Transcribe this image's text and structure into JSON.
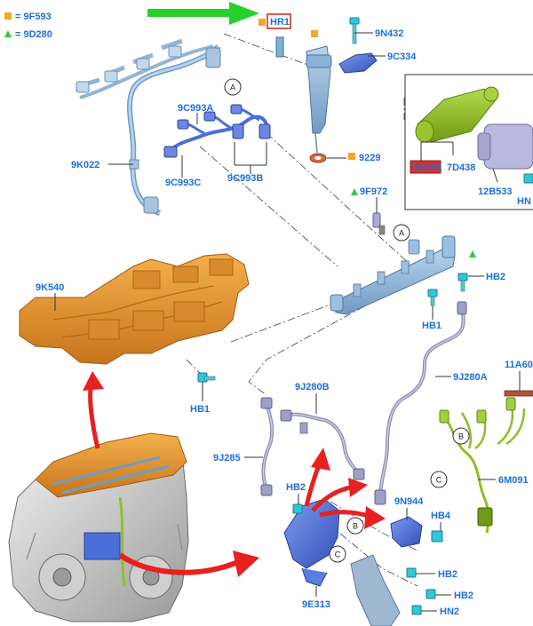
{
  "legend": {
    "square_label": "9F593",
    "triangle_label": "9D280",
    "square_color": "#f5a623",
    "triangle_color": "#2ecc40"
  },
  "colors": {
    "label_blue": "#1f6fe0",
    "highlight_red": "#d93025",
    "pointer_green": "#27d12c",
    "arrow_red": "#e8201f",
    "part_orange": "#e8962f",
    "part_blue": "#4a6fd8",
    "part_lightblue": "#8fb6d9",
    "part_green": "#8fbf2a",
    "part_lavender": "#9f9fc6"
  },
  "callouts": {
    "hr1": "HR1",
    "n9n432": "9N432",
    "n9c334": "9C334",
    "n9229": "9229",
    "n9c993a": "9C993A",
    "n9k022": "9K022",
    "n9c993c": "9C993C",
    "n9c993b": "9C993B",
    "n9k540": "9K540",
    "n9f972": "9F972",
    "hb2_rail": "HB2",
    "hb1_rail": "HB1",
    "hb1_manifold": "HB1",
    "n9j280a": "9J280A",
    "n9j280b": "9J280B",
    "n9j285": "9J285",
    "n11a60": "11A60",
    "n6m091": "6M091",
    "hb2_bracket": "HB2",
    "n9n944": "9N944",
    "hb4": "HB4",
    "hb2_lower1": "HB2",
    "hb2_lower2": "HB2",
    "hn2": "HN2",
    "n9e313": "9E313"
  },
  "inset": {
    "n9a332": "9A332",
    "n7d438": "7D438",
    "n12b533": "12B533",
    "hn_partial": "HN"
  },
  "circle_markers": {
    "a1": "A",
    "a2": "A",
    "b1": "B",
    "b2": "B",
    "c1": "C",
    "c2": "C"
  }
}
